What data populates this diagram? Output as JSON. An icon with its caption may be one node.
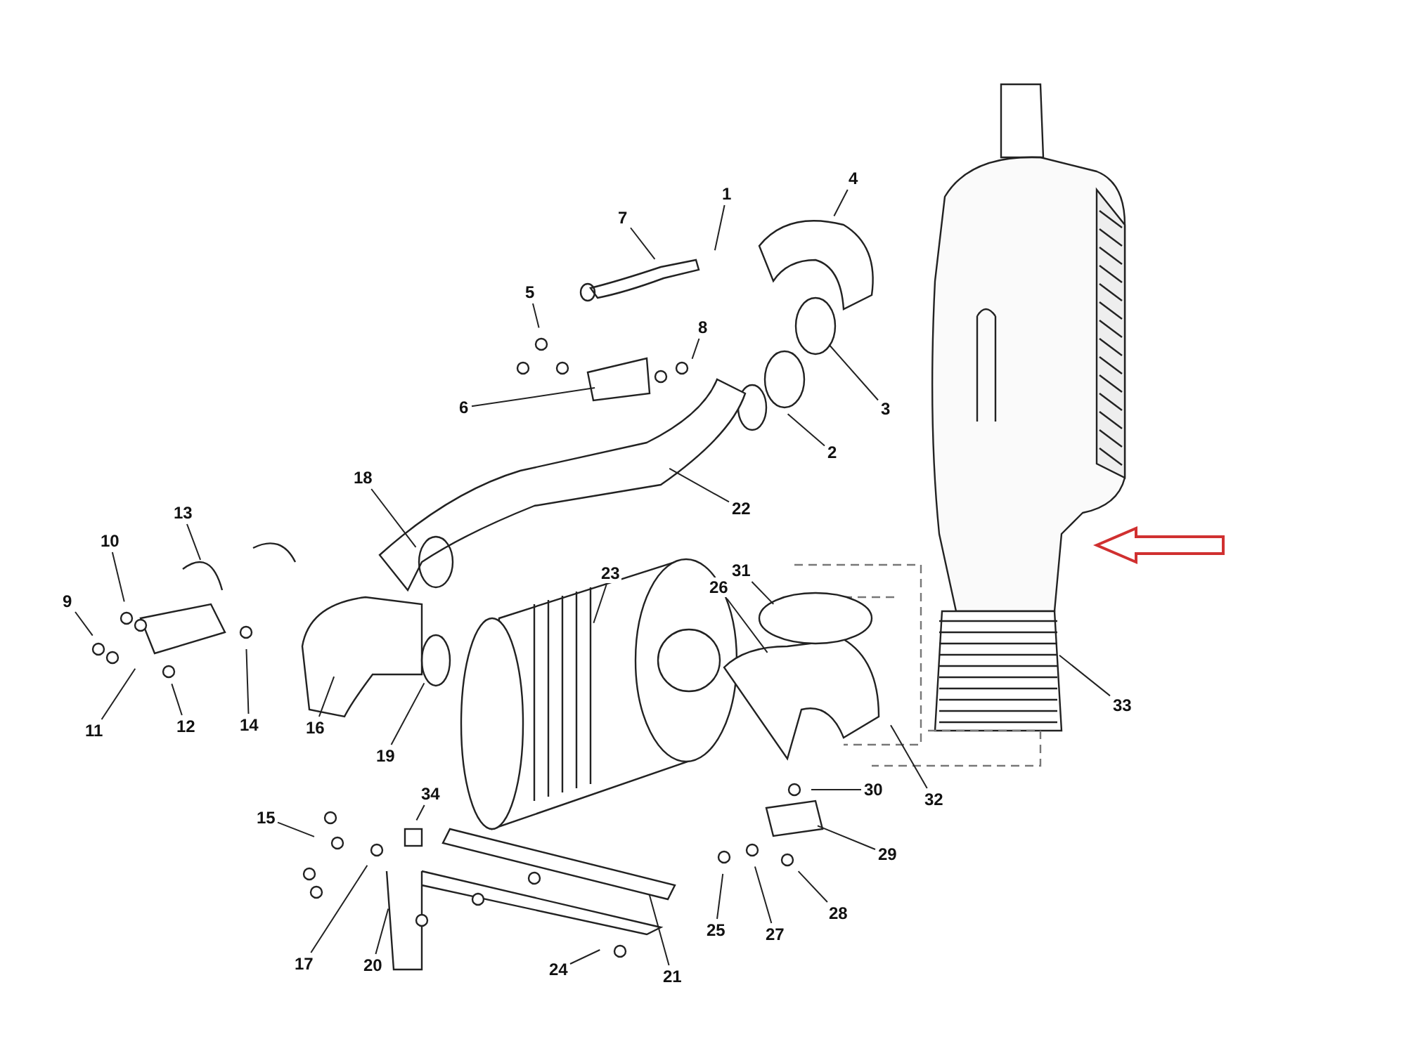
{
  "diagram": {
    "nodes": [
      {
        "text": [
          "1"
        ]
      },
      {
        "text": [
          "2"
        ]
      },
      {
        "text": [
          "3"
        ]
      },
      {
        "text": [
          "4"
        ]
      },
      {
        "text": [
          "5"
        ]
      },
      {
        "text": [
          "6"
        ]
      },
      {
        "text": [
          "7"
        ]
      },
      {
        "text": [
          "8"
        ]
      },
      {
        "text": [
          "9"
        ]
      },
      {
        "text": [
          "10"
        ]
      },
      {
        "text": [
          "11"
        ]
      },
      {
        "text": [
          "12"
        ]
      },
      {
        "text": [
          "13"
        ]
      },
      {
        "text": [
          "14"
        ]
      },
      {
        "text": [
          "15"
        ]
      },
      {
        "text": [
          "16"
        ]
      },
      {
        "text": [
          "17"
        ]
      },
      {
        "text": [
          "18"
        ]
      },
      {
        "text": [
          "19"
        ]
      },
      {
        "text": [
          "20"
        ]
      },
      {
        "text": [
          "21"
        ]
      },
      {
        "text": [
          "22"
        ]
      },
      {
        "text": [
          "23"
        ]
      },
      {
        "text": [
          "24"
        ]
      },
      {
        "text": [
          "25"
        ]
      },
      {
        "text": [
          "26"
        ]
      },
      {
        "text": [
          "27"
        ]
      },
      {
        "text": [
          "28"
        ]
      },
      {
        "text": [
          "29"
        ]
      },
      {
        "text": [
          "30"
        ]
      },
      {
        "text": [
          "31"
        ]
      },
      {
        "text": [
          "32"
        ]
      },
      {
        "text": [
          "33"
        ]
      },
      {
        "text": [
          "34"
        ]
      }
    ],
    "edges": [
      {
        "from": 0,
        "to": null,
        "arrow": "none"
      },
      {
        "from": 1,
        "to": null,
        "arrow": "none"
      },
      {
        "from": 2,
        "to": null,
        "arrow": "none"
      },
      {
        "from": 3,
        "to": null,
        "arrow": "none"
      },
      {
        "from": 4,
        "to": null,
        "arrow": "none"
      },
      {
        "from": 5,
        "to": null,
        "arrow": "none"
      },
      {
        "from": 6,
        "to": null,
        "arrow": "none"
      },
      {
        "from": 7,
        "to": null,
        "arrow": "none"
      },
      {
        "from": 8,
        "to": null,
        "arrow": "none"
      },
      {
        "from": 9,
        "to": null,
        "arrow": "none"
      },
      {
        "from": 10,
        "to": null,
        "arrow": "none"
      },
      {
        "from": 11,
        "to": null,
        "arrow": "none"
      },
      {
        "from": 12,
        "to": null,
        "arrow": "none"
      },
      {
        "from": 13,
        "to": null,
        "arrow": "none"
      },
      {
        "from": 14,
        "to": null,
        "arrow": "none"
      },
      {
        "from": 15,
        "to": null,
        "arrow": "none"
      },
      {
        "from": 16,
        "to": null,
        "arrow": "none"
      },
      {
        "from": 17,
        "to": null,
        "arrow": "none"
      },
      {
        "from": 18,
        "to": null,
        "arrow": "none"
      },
      {
        "from": 19,
        "to": null,
        "arrow": "none"
      },
      {
        "from": 20,
        "to": null,
        "arrow": "none"
      },
      {
        "from": 21,
        "to": null,
        "arrow": "none"
      },
      {
        "from": 22,
        "to": null,
        "arrow": "none"
      },
      {
        "from": 23,
        "to": null,
        "arrow": "none"
      },
      {
        "from": 24,
        "to": null,
        "arrow": "none"
      },
      {
        "from": 25,
        "to": null,
        "arrow": "none"
      },
      {
        "from": 26,
        "to": null,
        "arrow": "none"
      },
      {
        "from": 27,
        "to": null,
        "arrow": "none"
      },
      {
        "from": 28,
        "to": null,
        "arrow": "none"
      },
      {
        "from": 29,
        "to": null,
        "arrow": "none"
      },
      {
        "from": 30,
        "to": null,
        "arrow": "none"
      },
      {
        "from": 31,
        "to": null,
        "arrow": "none"
      },
      {
        "from": 32,
        "to": null,
        "arrow": "none"
      },
      {
        "from": 33,
        "to": null,
        "arrow": "none"
      }
    ]
  }
}
